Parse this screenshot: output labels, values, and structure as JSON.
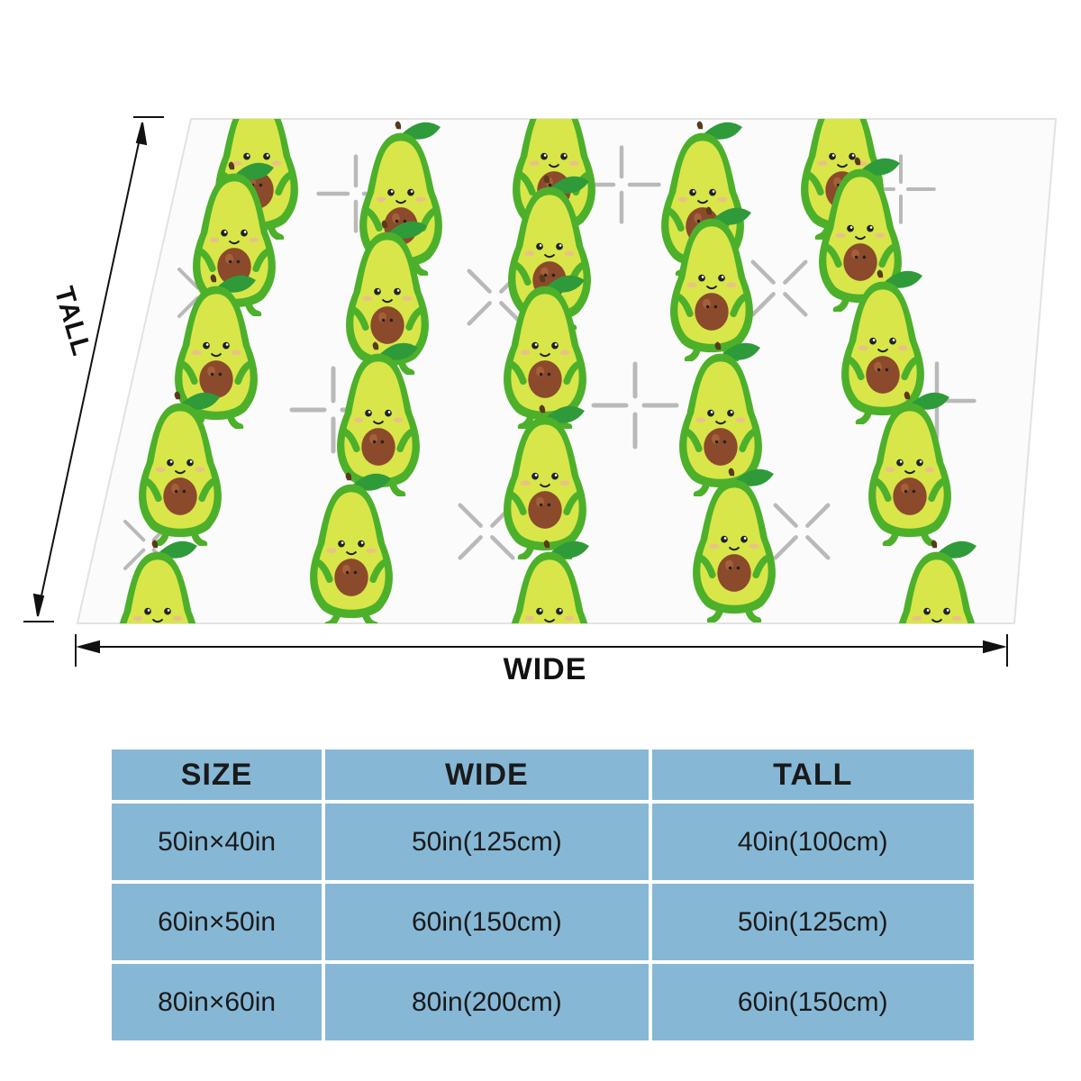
{
  "dimension_labels": {
    "wide": "WIDE",
    "tall": "TALL"
  },
  "blanket": {
    "pattern": "cartoon avocado characters holding their pits, with grey sparkle crosses, on white",
    "colors": {
      "flesh": "#d8e64a",
      "skin": "#4db02b",
      "pit": "#8b4a2b",
      "leaf": "#2f9a3a",
      "sparkle": "#b9b9b9"
    }
  },
  "size_table": {
    "headers": [
      "SIZE",
      "WIDE",
      "TALL"
    ],
    "rows": [
      [
        "50in×40in",
        "50in(125cm)",
        "40in(100cm)"
      ],
      [
        "60in×50in",
        "60in(150cm)",
        "50in(125cm)"
      ],
      [
        "80in×60in",
        "80in(200cm)",
        "60in(150cm)"
      ]
    ],
    "colors": {
      "cell": "#86b8d6",
      "text": "#1a1a1a"
    }
  }
}
